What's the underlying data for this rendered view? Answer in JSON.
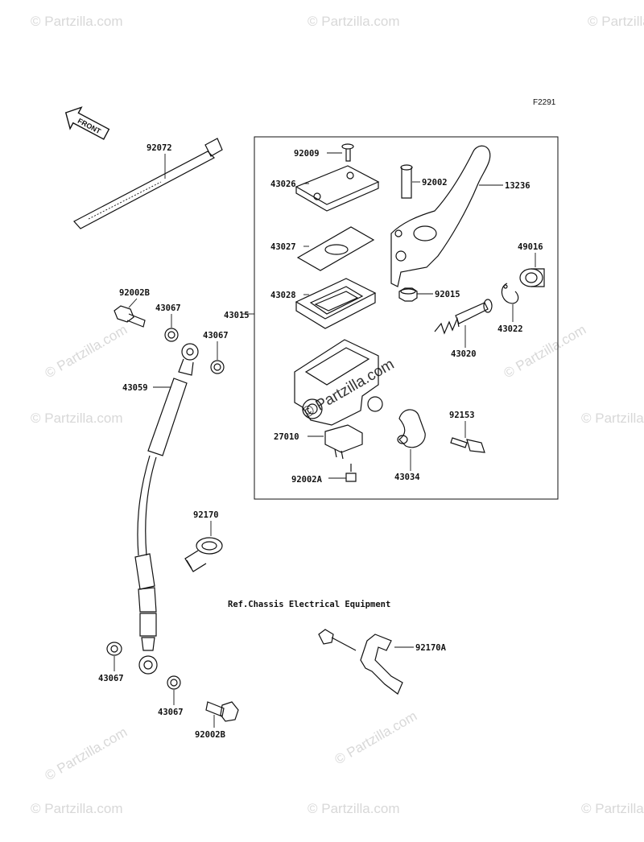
{
  "figure_code": "F2291",
  "direction_label": "FRONT",
  "reference_note": "Ref.Chassis Electrical Equipment",
  "watermark": "© Partzilla.com",
  "colors": {
    "ink": "#111111",
    "watermark": "#d0d0d0",
    "background": "#ffffff"
  },
  "part_labels": {
    "p92072": "92072",
    "p92009": "92009",
    "p92002": "92002",
    "p13236": "13236",
    "p43026": "43026",
    "p43027": "43027",
    "p49016": "49016",
    "p43028": "43028",
    "p92015": "92015",
    "p43015": "43015",
    "p92002B_top": "92002B",
    "p43067_a": "43067",
    "p43067_b": "43067",
    "p43022": "43022",
    "p43020": "43020",
    "p43059": "43059",
    "p92153": "92153",
    "p27010": "27010",
    "p43034": "43034",
    "p92002A": "92002A",
    "p92170": "92170",
    "p92170A": "92170A",
    "p43067_c": "43067",
    "p43067_d": "43067",
    "p92002B_bot": "92002B"
  }
}
